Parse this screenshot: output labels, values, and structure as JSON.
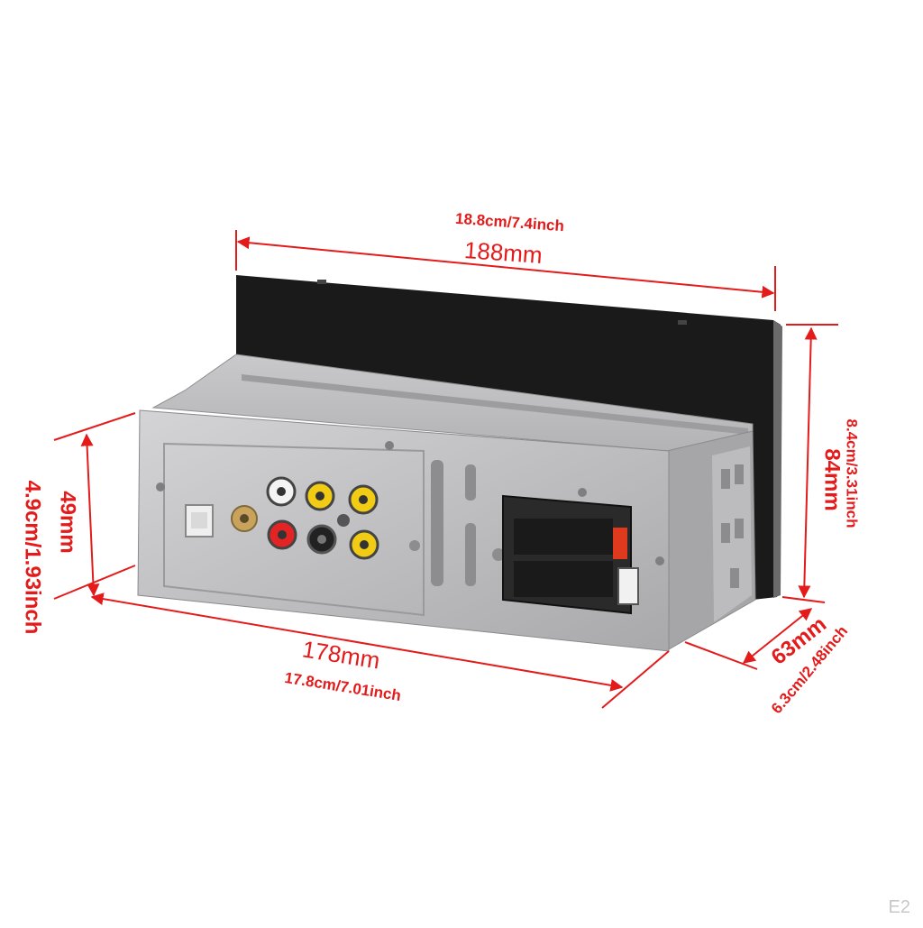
{
  "dimensions": {
    "top_cm": "18.8cm/7.4inch",
    "top_mm": "188mm",
    "right_cm": "8.4cm/3.31inch",
    "right_mm": "84mm",
    "left_mm": "49mm",
    "left_cm": "4.9cm/1.93inch",
    "bottom_mm": "178mm",
    "bottom_cm": "17.8cm/7.01inch",
    "depth_mm": "63mm",
    "depth_cm": "6.3cm/2.48inch"
  },
  "watermark": "E2",
  "colors": {
    "dimension": "#e31b1b",
    "chassis": "#b9b9bb",
    "faceplate": "#1c1c1c"
  }
}
